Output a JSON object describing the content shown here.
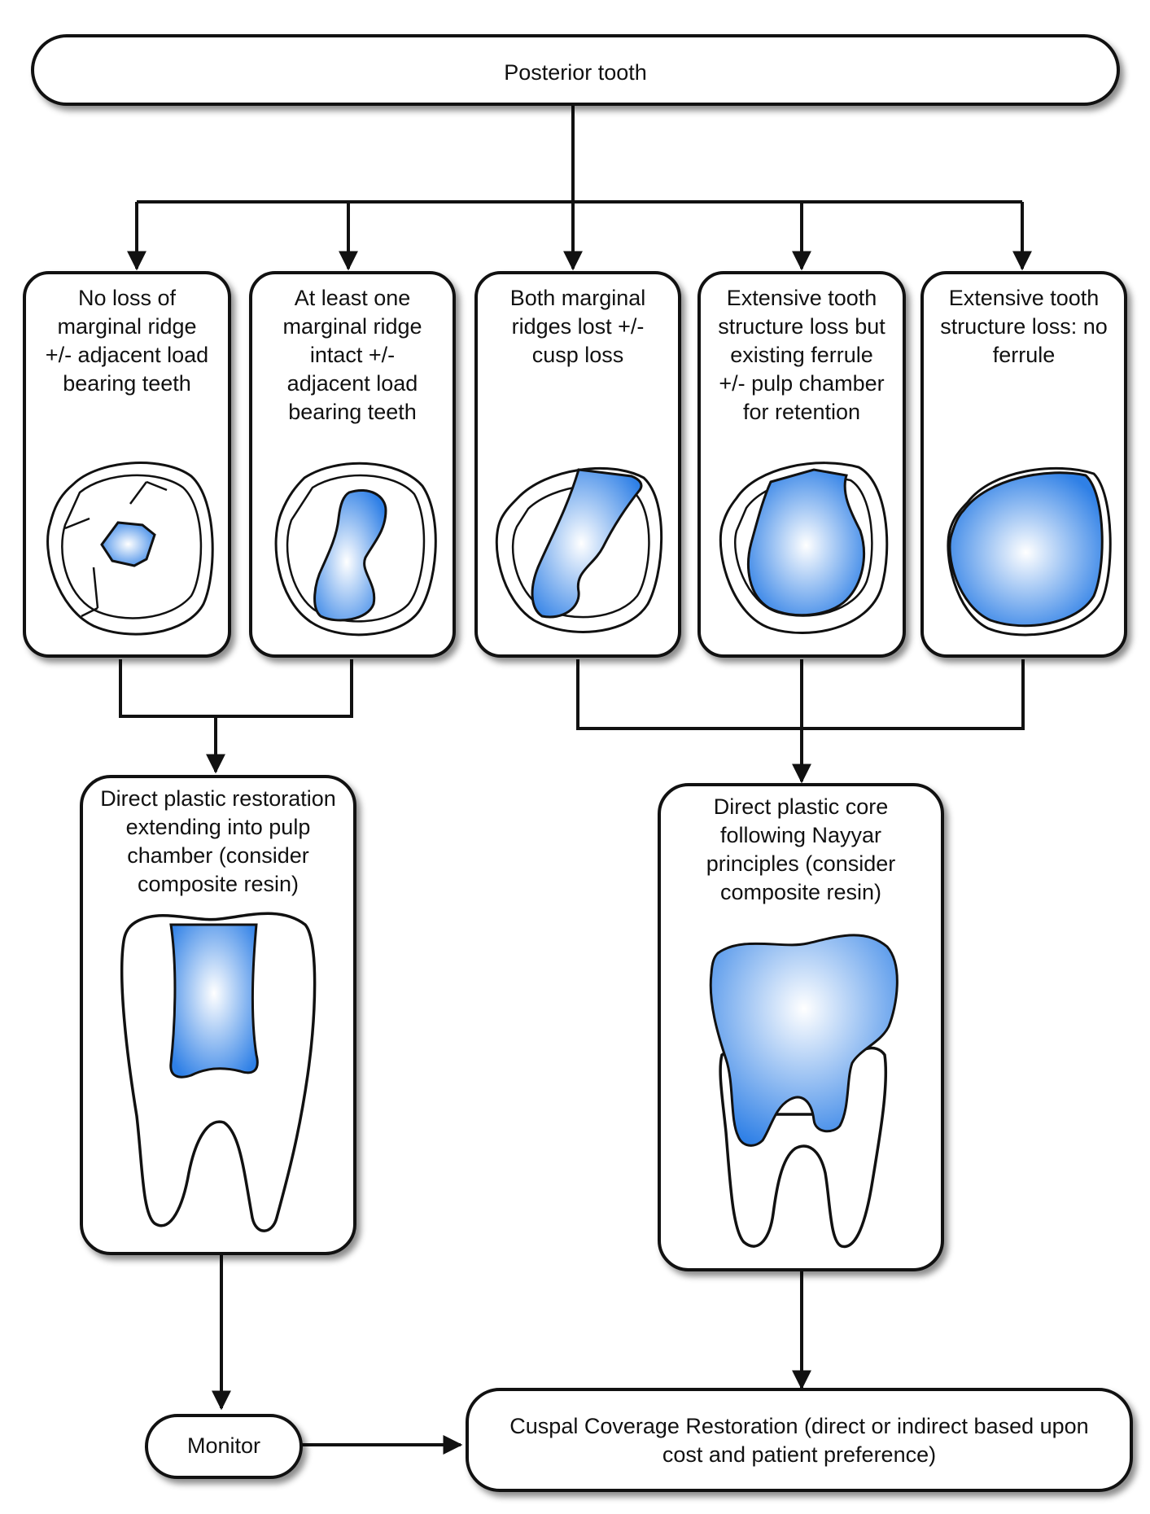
{
  "root": {
    "label": "Posterior tooth"
  },
  "categories": [
    {
      "id": "no-loss",
      "label": "No loss of\nmarginal ridge\n+/- adjacent load\nbearing teeth",
      "illustration": "small-occlusal-restoration"
    },
    {
      "id": "one-ridge-intact",
      "label": "At least one\nmarginal ridge\nintact +/-\nadjacent load\nbearing teeth",
      "illustration": "one-ridge-restoration"
    },
    {
      "id": "both-ridges-lost",
      "label": "Both marginal\nridges lost +/-\ncusp loss",
      "illustration": "mod-restoration"
    },
    {
      "id": "ferrule",
      "label": "Extensive tooth\nstructure loss but\nexisting ferrule\n+/- pulp chamber\nfor retention",
      "illustration": "extensive-loss-ferrule"
    },
    {
      "id": "no-ferrule",
      "label": "Extensive tooth\nstructure loss: no\nferrule",
      "illustration": "extensive-loss-no-ferrule"
    }
  ],
  "treatments": {
    "direct_plastic": {
      "label": "Direct plastic restoration\nextending into pulp\nchamber  (consider\ncomposite resin)",
      "illustration": "molar-pulp-chamber-restoration"
    },
    "core": {
      "label": "Direct plastic core\nfollowing Nayyar\nprinciples (consider\ncomposite resin)",
      "illustration": "molar-nayyar-core"
    }
  },
  "monitor": {
    "label": "Monitor"
  },
  "cuspal": {
    "label": "Cuspal Coverage Restoration (direct or indirect based upon\ncost and patient preference)"
  },
  "colors": {
    "restoration_center": "#ffffff",
    "restoration_edge": "#2f80e6",
    "stroke": "#111111"
  }
}
